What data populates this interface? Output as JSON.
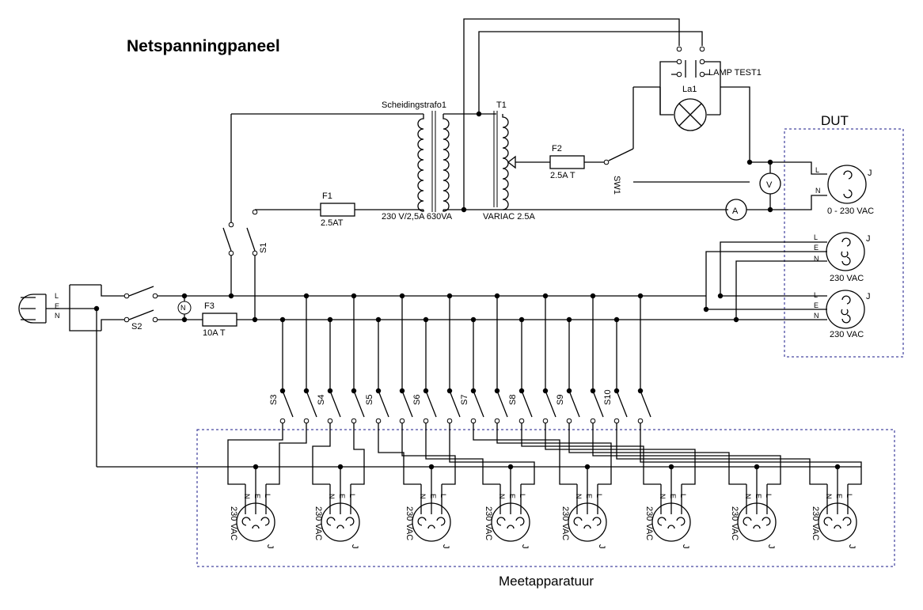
{
  "title": "Netspanningpaneel",
  "dut_label": "DUT",
  "meet_label": "Meetapparatuur",
  "isolation_transformer": "Scheidingstrafo1",
  "isolation_rating": "230 V/2,5A 630VA",
  "variac_ref": "T1",
  "variac_rating": "VARIAC 2.5A",
  "lamp_switch": "LAMP TEST1",
  "lamp_ref": "La1",
  "fuse_f1": {
    "ref": "F1",
    "value": "2.5AT"
  },
  "fuse_f2": {
    "ref": "F2",
    "value": "2.5A T"
  },
  "fuse_f3": {
    "ref": "F3",
    "value": "10A T"
  },
  "switch_sw1": "SW1",
  "switch_s1": "S1",
  "switch_s2": "S2",
  "meter_v": "V",
  "meter_a": "A",
  "pin_l": "L",
  "pin_e": "E",
  "pin_n": "N",
  "pin_j": "J",
  "dut_socket_1_voltage": "0 - 230 VAC",
  "dut_socket_voltage": "230 VAC",
  "outlet_switches": [
    "S3",
    "S4",
    "S5",
    "S6",
    "S7",
    "S8",
    "S9",
    "S10"
  ],
  "meet_socket_voltage": "230 VAC"
}
